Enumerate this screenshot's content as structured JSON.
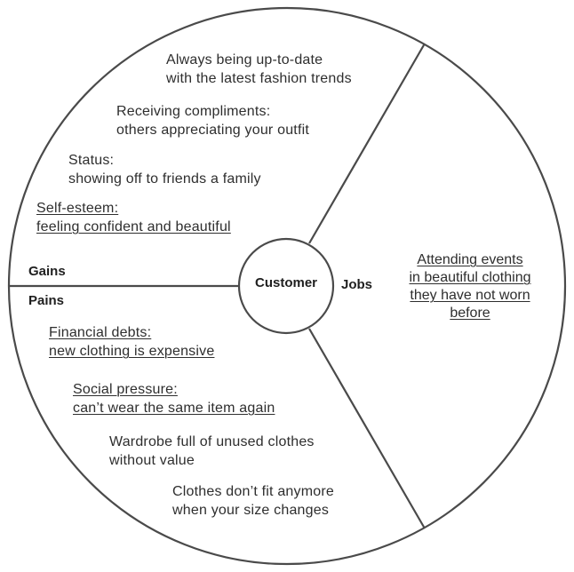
{
  "center": {
    "label": "Customer"
  },
  "sections": {
    "gains": {
      "label": "Gains"
    },
    "pains": {
      "label": "Pains"
    },
    "jobs": {
      "label": "Jobs"
    }
  },
  "gains": [
    {
      "title": "Always being up-to-date",
      "detail": "with the latest fashion trends",
      "underlined": false
    },
    {
      "title": "Receiving compliments:",
      "detail": "others appreciating your outfit",
      "underlined": false
    },
    {
      "title": "Status:",
      "detail": "showing off to friends a family",
      "underlined": false
    },
    {
      "title": "Self-esteem:",
      "detail": "feeling confident and beautiful",
      "underlined": true
    }
  ],
  "pains": [
    {
      "title": "Financial debts:",
      "detail": "new clothing is expensive",
      "underlined": true
    },
    {
      "title": "Social pressure:",
      "detail": "can’t wear the same item again",
      "underlined": true
    },
    {
      "title": "Wardrobe full of unused clothes",
      "detail": "without value",
      "underlined": false
    },
    {
      "title": "Clothes don’t fit anymore",
      "detail": "when your size changes",
      "underlined": false
    }
  ],
  "jobs": {
    "lines": [
      "Attending events",
      "in beautiful clothing",
      "they have not worn",
      "before"
    ],
    "underlined": true
  }
}
